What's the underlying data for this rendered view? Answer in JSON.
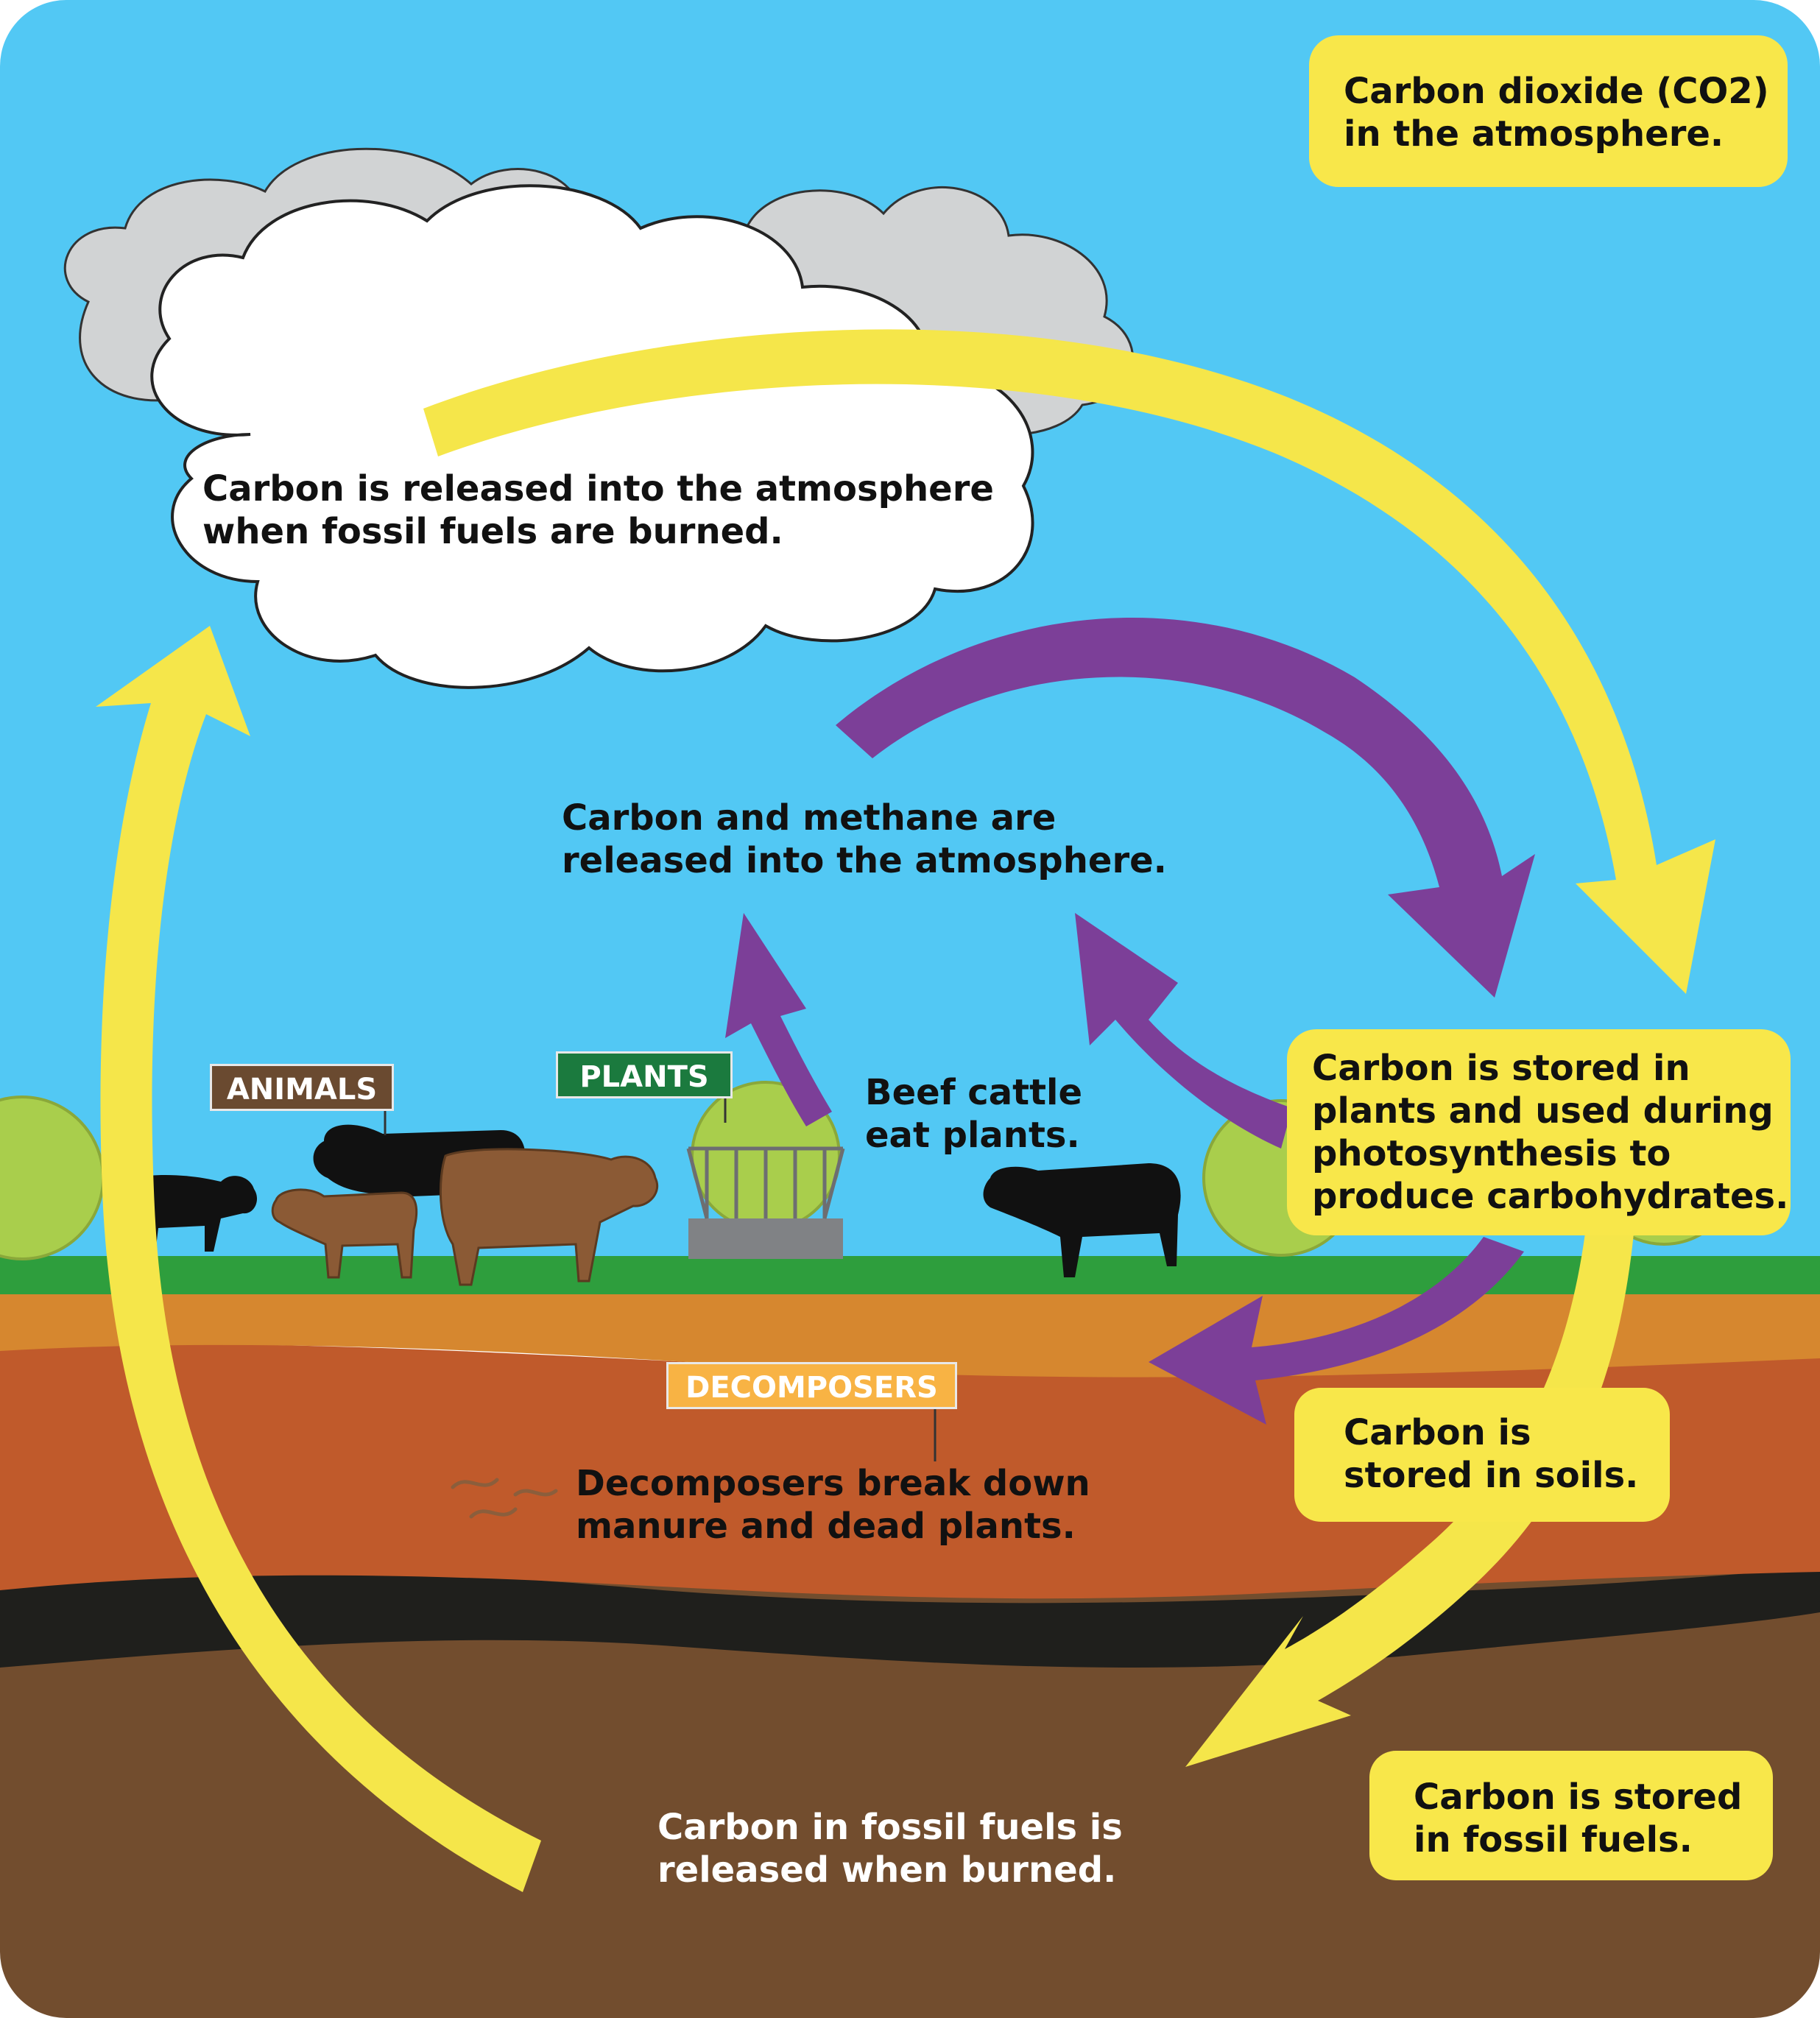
{
  "labels": {
    "atmosphere_co2": "Carbon dioxide (CO2)\nin the atmosphere.",
    "fossil_burned_cloud": "Carbon is released into the atmosphere\nwhen fossil fuels are burned.",
    "methane_released": "Carbon and methane are\nreleased into the atmosphere.",
    "cattle_eat": "Beef cattle\neat plants.",
    "stored_in_plants": "Carbon is stored in\nplants and used during\nphotosynthesis to\nproduce carbohydrates.",
    "stored_in_soils": "Carbon is\nstored in soils.",
    "decomposers_text": "Decomposers break down\nmanure and dead plants.",
    "fossil_released": "Carbon in fossil fuels is\nreleased when burned.",
    "stored_in_fossil": "Carbon is stored\nin fossil fuels."
  },
  "tags": {
    "animals": "ANIMALS",
    "plants": "PLANTS",
    "decomposers": "DECOMPOSERS"
  },
  "colors": {
    "sky": "#52c8f4",
    "grass": "#2e9e3d",
    "soil_top": "#d6872f",
    "soil_mid": "#c05a2b",
    "coal": "#1f1f1c",
    "bedrock": "#724d2e",
    "yellow_arrow": "#f5e64a",
    "purple_arrow": "#7c3f98",
    "callout": "#f8e74a",
    "cloud_gray": "#d1d3d4",
    "cattle_black": "#111111",
    "cattle_brown": "#8b5a35",
    "hay": "#a9ce4c",
    "tag_animals": "#6a4a30",
    "tag_plants": "#1b7a3e",
    "tag_decomposers": "#f8b344"
  },
  "icons": [
    "cloud-icon",
    "cow-icon",
    "hay-bale-icon",
    "hay-feeder-icon",
    "worm-icon"
  ]
}
